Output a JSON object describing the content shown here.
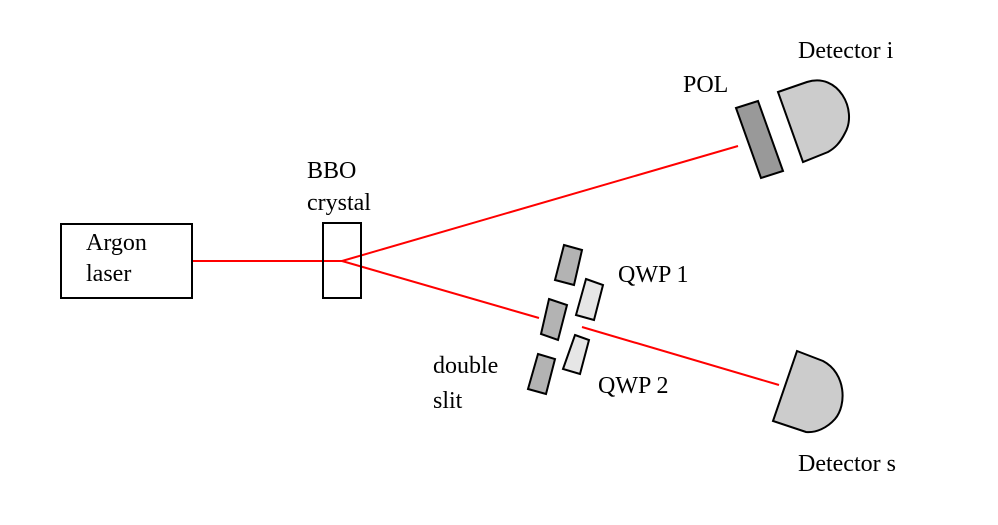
{
  "title": "Quantum eraser optical setup",
  "colors": {
    "beam": "#ff0000",
    "background": "#ffffff",
    "outline": "#000000",
    "slit_fill": "#b3b3b3",
    "qwp_fill": "#e6e6e6",
    "polarizer_fill": "#999999",
    "detector_fill": "#cccccc"
  },
  "components": {
    "laser": {
      "label_line1": "Argon",
      "label_line2": "laser"
    },
    "crystal": {
      "label_line1": "BBO",
      "label_line2": "crystal"
    },
    "polarizer": {
      "label": "POL"
    },
    "detector_i": {
      "label": "Detector i"
    },
    "detector_s": {
      "label": "Detector s"
    },
    "qwp1": {
      "label": "QWP 1"
    },
    "qwp2": {
      "label": "QWP 2"
    },
    "double_slit": {
      "label_line1": "double",
      "label_line2": "slit"
    }
  }
}
